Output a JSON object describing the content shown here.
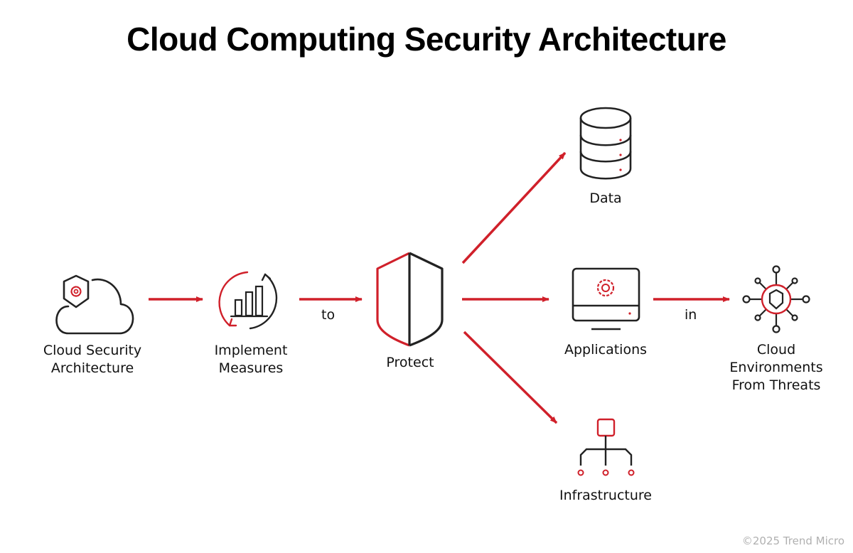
{
  "title": "Cloud Computing Security Architecture",
  "colors": {
    "accent": "#d0202a",
    "stroke": "#222222",
    "footer": "#b0b0b0"
  },
  "nodes": [
    {
      "id": "cloud-security-architecture",
      "icon": "cloud-shield-gear-icon",
      "label": "Cloud Security\nArchitecture"
    },
    {
      "id": "implement-measures",
      "icon": "bar-chart-cycle-icon",
      "label": "Implement\nMeasures"
    },
    {
      "id": "protect",
      "icon": "shield-icon",
      "label": "Protect"
    },
    {
      "id": "data",
      "icon": "database-icon",
      "label": "Data"
    },
    {
      "id": "applications",
      "icon": "monitor-gear-icon",
      "label": "Applications"
    },
    {
      "id": "infrastructure",
      "icon": "hierarchy-icon",
      "label": "Infrastructure"
    },
    {
      "id": "cloud-environments",
      "icon": "network-shield-icon",
      "label": "Cloud\nEnvironments\nFrom Threats"
    }
  ],
  "connectors": [
    {
      "from": "cloud-security-architecture",
      "to": "implement-measures",
      "label": ""
    },
    {
      "from": "implement-measures",
      "to": "protect",
      "label": "to"
    },
    {
      "from": "protect",
      "to": "data",
      "label": ""
    },
    {
      "from": "protect",
      "to": "applications",
      "label": ""
    },
    {
      "from": "protect",
      "to": "infrastructure",
      "label": ""
    },
    {
      "from": "applications",
      "to": "cloud-environments",
      "label": "in"
    }
  ],
  "footer": {
    "copyright": "©2025 Trend Micro"
  }
}
